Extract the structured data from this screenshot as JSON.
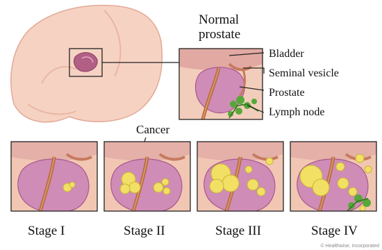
{
  "title": {
    "line1": "Normal",
    "line2": "prostate"
  },
  "callouts": {
    "bladder": "Bladder",
    "seminal_vesicle": "Seminal vesicle",
    "prostate": "Prostate",
    "lymph_node": "Lymph node",
    "cancer": "Cancer"
  },
  "stages": [
    {
      "label": "Stage I"
    },
    {
      "label": "Stage II"
    },
    {
      "label": "Stage III"
    },
    {
      "label": "Stage IV"
    }
  ],
  "credit": "© Healthwise, Incorporated",
  "colors": {
    "skin": "#f6d2c3",
    "skin_shade": "#e7a994",
    "prostate": "#cf8cb6",
    "prostate_dark": "#a8588c",
    "tissue_bg": "#f1c7b3",
    "urethra": "#b56a3a",
    "cancer": "#f1e063",
    "cancer_edge": "#c9b33a",
    "lymph": "#56a83a",
    "frame": "#222222"
  }
}
